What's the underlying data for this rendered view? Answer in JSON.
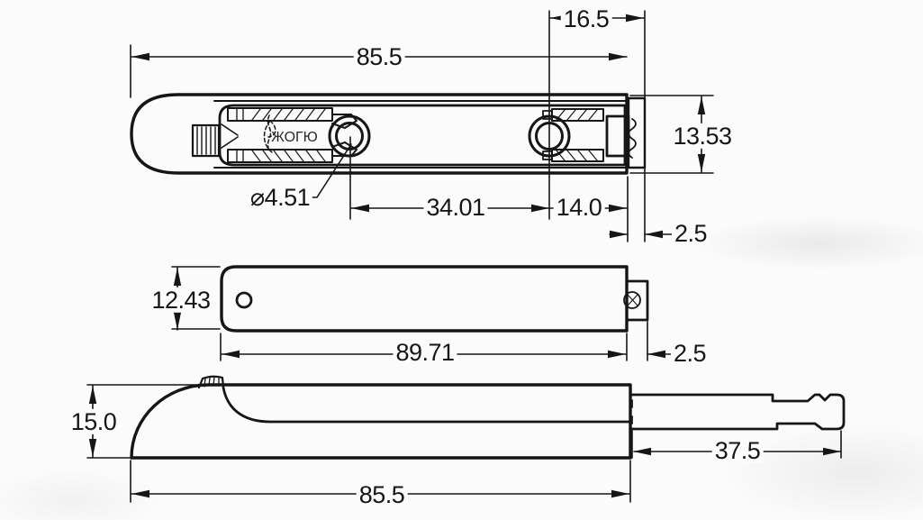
{
  "drawing": {
    "background_color": "#fbfbfb",
    "line_color": "#161616",
    "views": {
      "top": {
        "dims": {
          "overall_length": "85.5",
          "cap_offset": "16.5",
          "body_width": "13.53",
          "hole_diameter": "⌀4.51",
          "hole_spacing": "34.01",
          "hole_to_end": "14.0",
          "cap_protrusion": "2.5"
        },
        "stamp": "ЖОГЮ"
      },
      "middle": {
        "dims": {
          "height": "12.43",
          "body_length": "89.71",
          "button_protrusion": "2.5"
        }
      },
      "bottom": {
        "dims": {
          "height": "15.0",
          "plunger_extension": "37.5",
          "overall_length": "85.5"
        }
      }
    }
  }
}
